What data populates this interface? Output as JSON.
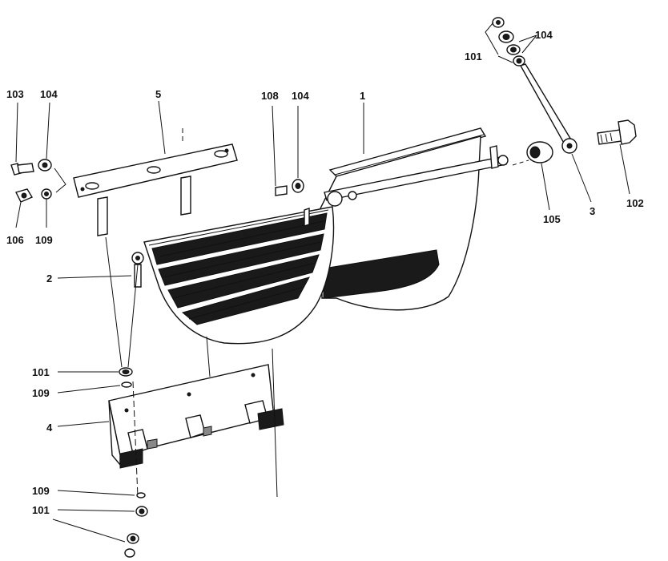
{
  "callouts": {
    "p1": "1",
    "p2": "2",
    "p3": "3",
    "p4": "4",
    "p5": "5",
    "p101_top": "101",
    "p104_top": "104",
    "p102": "102",
    "p105": "105",
    "p108": "108",
    "p104_mid": "104",
    "p103": "103",
    "p104_left": "104",
    "p106": "106",
    "p109_left": "109",
    "p101_mid": "101",
    "p109_mid": "109",
    "p109_low": "109",
    "p101_low": "101"
  }
}
